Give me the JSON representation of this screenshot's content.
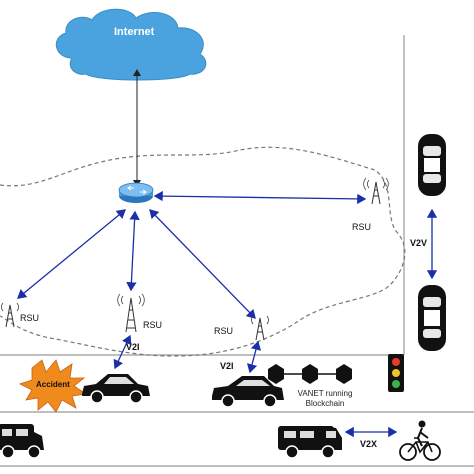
{
  "labels": {
    "internet": "Internet",
    "rsu_top_right": "RSU",
    "rsu_left": "RSU",
    "rsu_center": "RSU",
    "rsu_bottom": "RSU",
    "v2v": "V2V",
    "v2i_left": "V2I",
    "v2i_center": "V2I",
    "v2x": "V2X",
    "accident": "Accident",
    "vanet_line1": "VANET running",
    "vanet_line2": "Blockchain"
  },
  "colors": {
    "cloud": "#4aa3df",
    "link": "#1a2fa8",
    "dashed": "#777777",
    "road": "#888888",
    "accident_burst": "#f08a1c",
    "vehicle": "#111111"
  },
  "icons": [
    "cloud-icon",
    "router-icon",
    "rsu-tower-icon",
    "car-icon",
    "van-icon",
    "bicycle-icon",
    "traffic-light-icon",
    "blockchain-block-icon",
    "accident-burst-icon"
  ]
}
